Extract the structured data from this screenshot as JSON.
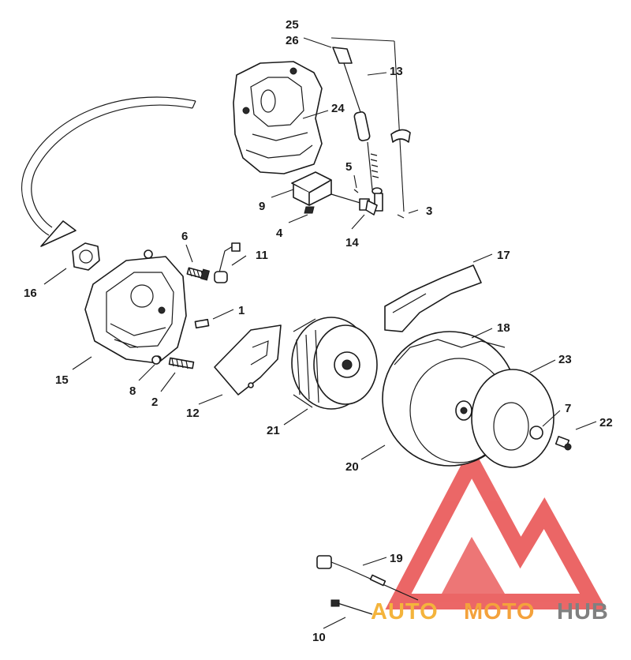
{
  "callouts": {
    "c25": "25",
    "c26": "26",
    "c13": "13",
    "c24": "24",
    "c5": "5",
    "c9": "9",
    "c3": "3",
    "c4": "4",
    "c14": "14",
    "c6": "6",
    "c11": "11",
    "c16": "16",
    "c1": "1",
    "c17": "17",
    "c18": "18",
    "c23": "23",
    "c15": "15",
    "c8": "8",
    "c2": "2",
    "c12": "12",
    "c7": "7",
    "c22": "22",
    "c21": "21",
    "c20": "20",
    "c19": "19",
    "c10": "10"
  },
  "watermark": {
    "auto": "AUTO",
    "moto": "MOTO",
    "hub": "HUB",
    "colors": {
      "logo": "#e84c4c",
      "auto": "#f4b43c",
      "moto": "#f4a23c",
      "hub": "#808080"
    }
  }
}
